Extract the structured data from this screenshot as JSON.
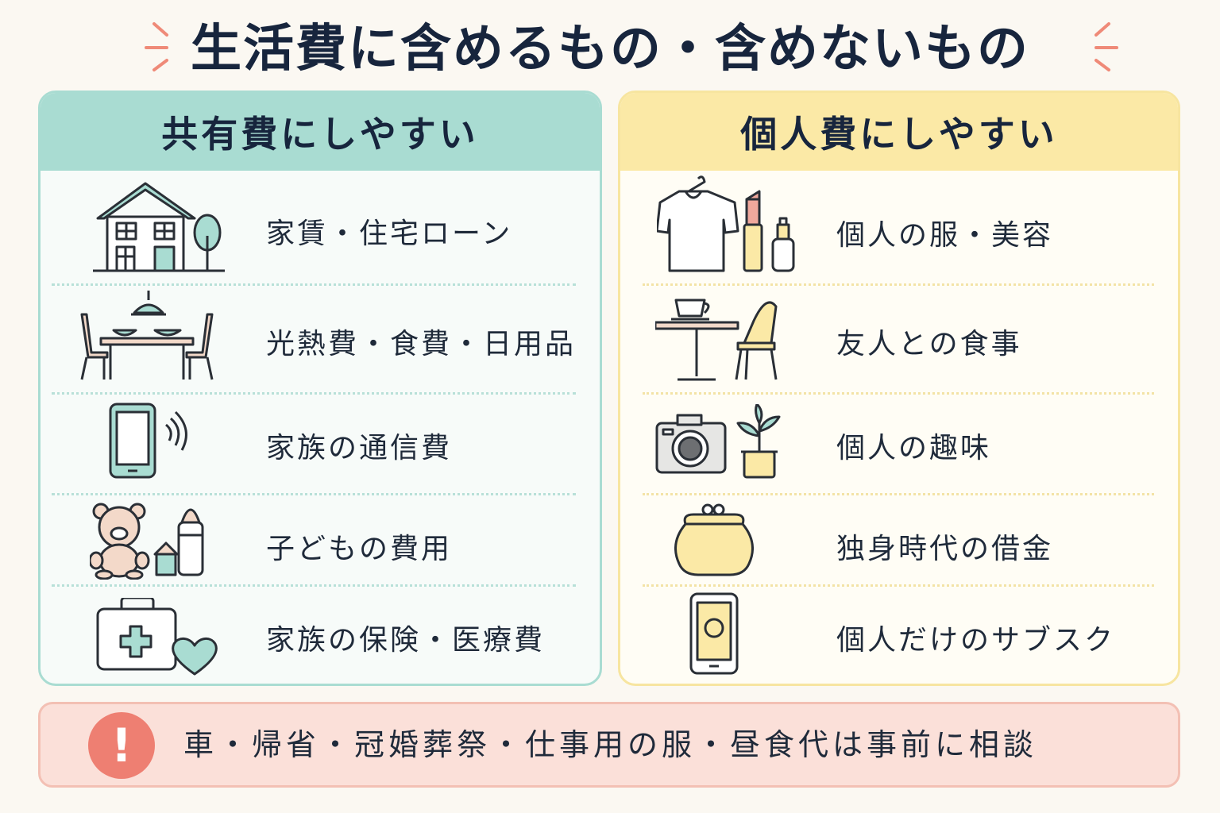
{
  "title": "生活費に含めるもの・含めないもの",
  "shared": {
    "heading": "共有費にしやすい",
    "items": [
      {
        "label": "家賃・住宅ローン",
        "icon": "house-icon"
      },
      {
        "label": "光熱費・食費・日用品",
        "icon": "dining-table-icon"
      },
      {
        "label": "家族の通信費",
        "icon": "smartphone-signal-icon"
      },
      {
        "label": "子どもの費用",
        "icon": "teddy-bear-bottle-icon"
      },
      {
        "label": "家族の保険・医療費",
        "icon": "first-aid-heart-icon"
      }
    ]
  },
  "personal": {
    "heading": "個人費にしやすい",
    "items": [
      {
        "label": "個人の服・美容",
        "icon": "shirt-cosmetics-icon"
      },
      {
        "label": "友人との食事",
        "icon": "cafe-table-icon"
      },
      {
        "label": "個人の趣味",
        "icon": "camera-plant-icon"
      },
      {
        "label": "独身時代の借金",
        "icon": "coin-purse-icon"
      },
      {
        "label": "個人だけのサブスク",
        "icon": "phone-subscription-icon"
      }
    ]
  },
  "notice": {
    "icon": "exclamation-icon",
    "text": "車・帰省・冠婚葬祭・仕事用の服・昼食代は事前に相談"
  },
  "colors": {
    "shared_accent": "#a9dcd2",
    "personal_accent": "#fbe9a6",
    "notice_bg": "#fbe0d9",
    "notice_icon": "#ee7f72",
    "title": "#17253d"
  }
}
